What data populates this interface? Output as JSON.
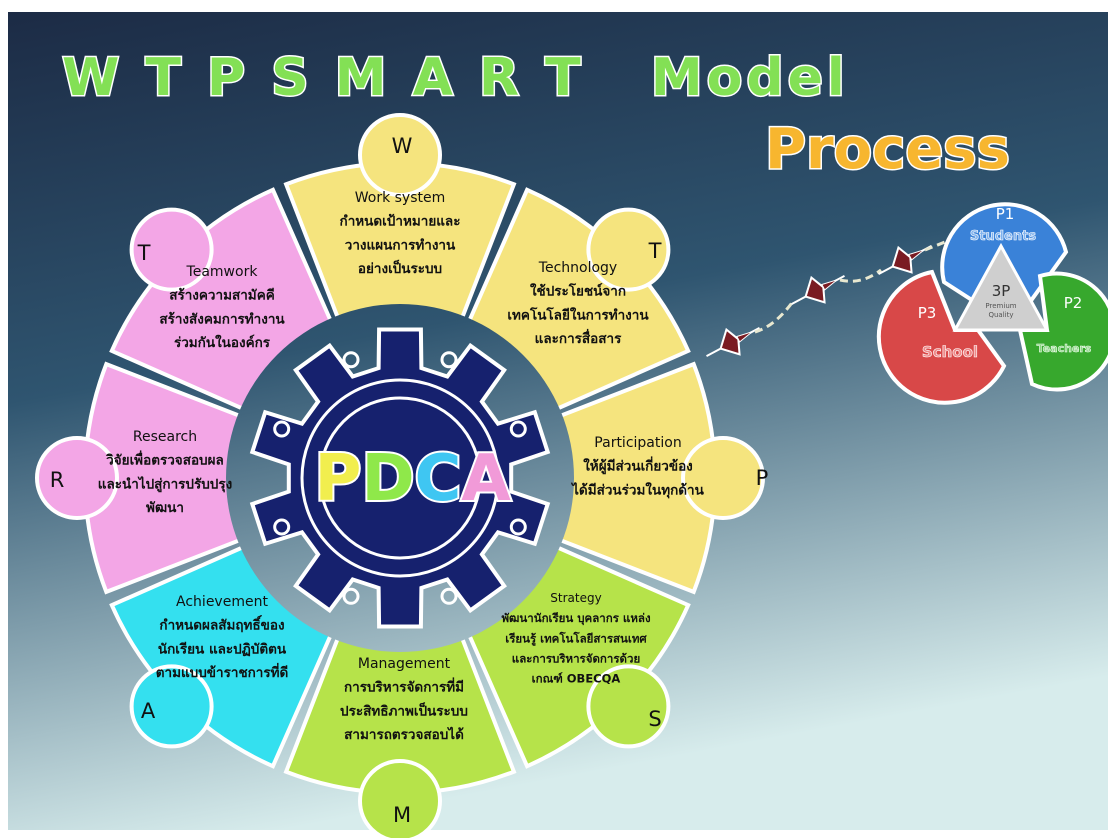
{
  "title": "W T P S M A R T   Model",
  "process_title": "Process",
  "colors": {
    "bg_top": "#1c2b45",
    "bg_mid": "#2f5570",
    "bg_bottom": "#d7ecec",
    "yellow": "#f5e47e",
    "pink": "#f3a6e6",
    "cyan": "#34e0ef",
    "green": "#b6e34a",
    "gear": "#16216e",
    "blue": "#3a82d8",
    "red": "#d84848",
    "dgreen": "#37a82d",
    "title_green": "#83e055",
    "process_orange": "#f7b62f"
  },
  "sections": [
    {
      "key": "W",
      "letter": "W",
      "title": "Work system",
      "lines": [
        "กำหนดเป้าหมายและ",
        "วางแผนการทำงาน",
        "อย่างเป็นระบบ"
      ]
    },
    {
      "key": "T2",
      "letter": "T",
      "title": "Technology",
      "lines": [
        "ใช้ประโยชน์จาก",
        "เทคโนโลยีในการทำงาน",
        "และการสื่อสาร"
      ]
    },
    {
      "key": "P",
      "letter": "P",
      "title": "Participation",
      "lines": [
        "ให้ผู้มีส่วนเกี่ยวข้อง",
        "ได้มีส่วนร่วมในทุกด้าน"
      ]
    },
    {
      "key": "S",
      "letter": "S",
      "title": "Strategy",
      "lines": [
        "พัฒนานักเรียน บุคลากร แหล่ง",
        "เรียนรู้ เทคโนโลยีสารสนเทศ",
        "และการบริหารจัดการด้วย",
        "เกณฑ์  OBECQA"
      ]
    },
    {
      "key": "M",
      "letter": "M",
      "title": "Management",
      "lines": [
        "การบริหารจัดการที่มี",
        "ประสิทธิภาพเป็นระบบ",
        "สามารถตรวจสอบได้"
      ]
    },
    {
      "key": "A",
      "letter": "A",
      "title": "Achievement",
      "lines": [
        "กำหนดผลสัมฤทธิ์ของ",
        "นักเรียน และปฏิบัติตน",
        "ตามแบบข้าราชการที่ดี"
      ]
    },
    {
      "key": "R",
      "letter": "R",
      "title": "Research",
      "lines": [
        "วิจัยเพื่อตรวจสอบผล",
        "และนำไปสู่การปรับปรุง",
        "พัฒนา"
      ]
    },
    {
      "key": "T1",
      "letter": "T",
      "title": "Teamwork",
      "lines": [
        "สร้างความสามัคคี",
        "สร้างสังคมการทำงาน",
        "ร่วมกันในองค์กร"
      ]
    }
  ],
  "pdca": [
    "P",
    "D",
    "C",
    "A"
  ],
  "pdca_colors": [
    "#f1ee4e",
    "#8fe84a",
    "#3fc6f2",
    "#f19ad8"
  ],
  "threep": {
    "center_title": "3P",
    "center_line1": "Premium",
    "center_line2": "Quality",
    "p1_label": "P1",
    "p1_text": "Students",
    "p2_label": "P2",
    "p2_text": "Teachers",
    "p3_label": "P3",
    "p3_text": "School"
  }
}
